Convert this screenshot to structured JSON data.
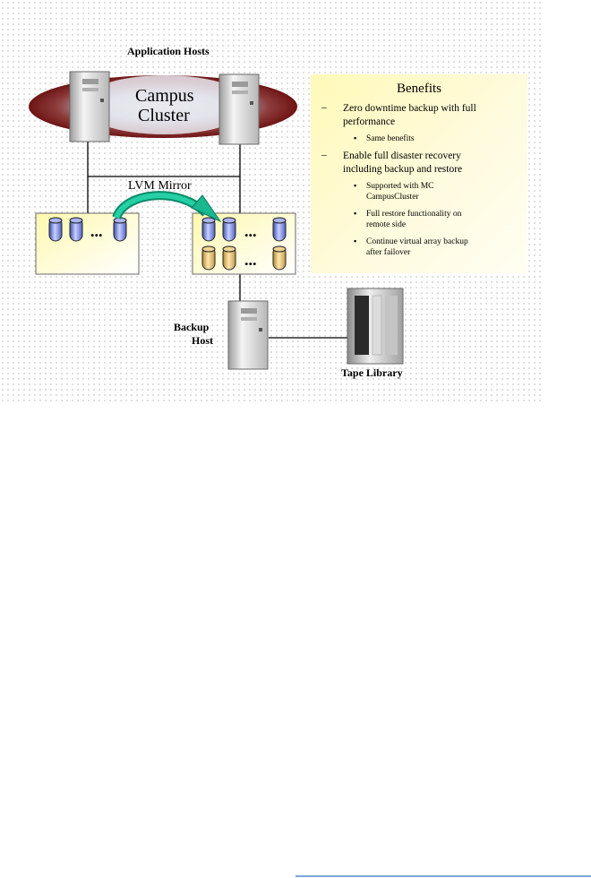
{
  "labels": {
    "application_hosts": "Application Hosts",
    "campus_cluster_line1": "Campus",
    "campus_cluster_line2": "Cluster",
    "lvm_mirror": "LVM Mirror",
    "ellipsis": "...",
    "backup_host_line1": "Backup",
    "backup_host_line2": "Host",
    "tape_library": "Tape Library"
  },
  "benefits": {
    "title": "Benefits",
    "items": [
      {
        "text_lines": [
          "Zero downtime backup with full",
          "performance"
        ],
        "sub": [
          {
            "lines": [
              "Same benefits"
            ]
          }
        ]
      },
      {
        "text_lines": [
          "Enable full disaster recovery",
          "including backup and restore"
        ],
        "sub": [
          {
            "lines": [
              "Supported with MC",
              "CampusCluster"
            ]
          },
          {
            "lines": [
              "Full restore functionality on",
              "remote side"
            ]
          },
          {
            "lines": [
              "Continue virtual array backup",
              "after failover"
            ]
          }
        ]
      }
    ]
  },
  "colors": {
    "ellipse_dark": "#7a1a1a",
    "ellipse_light": "#c9c9d6",
    "arrow_green": "#10b48a",
    "disk_blue": "#6f7fd6",
    "disk_tan": "#d9b468",
    "benefits_bg": "#fff9b8",
    "accent_rule": "#7aa7d6"
  }
}
